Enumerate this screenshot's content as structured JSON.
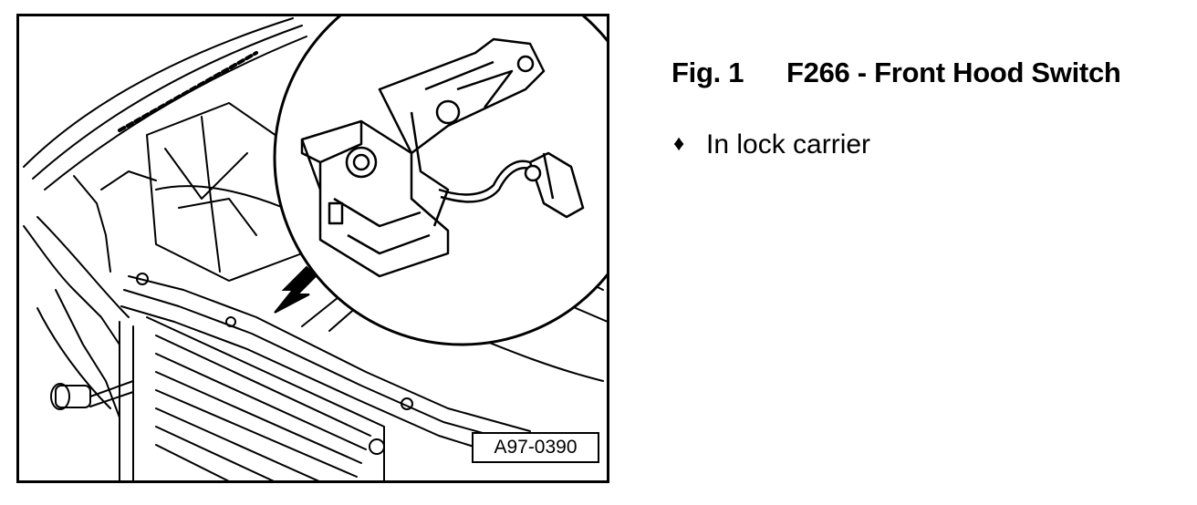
{
  "figure": {
    "number_label": "Fig. 1",
    "title": "F266 - Front Hood Switch",
    "reference_code": "A97-0390",
    "illustration_icon": "front-hood-switch-lock-carrier-illustration"
  },
  "notes": [
    {
      "bullet": "♦",
      "text": "In lock carrier"
    }
  ]
}
